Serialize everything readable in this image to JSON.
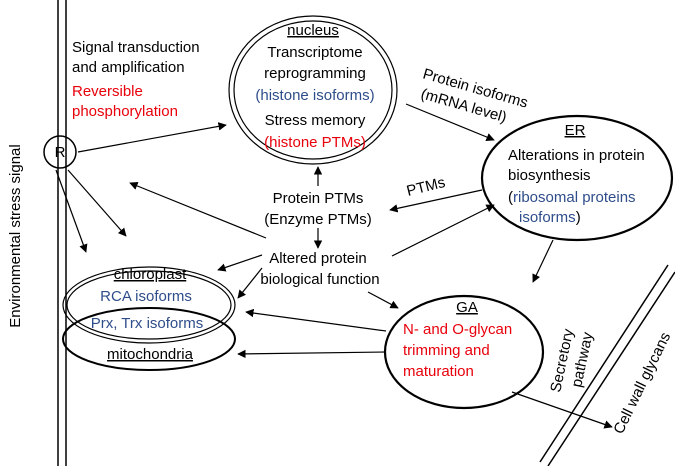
{
  "side_label": "Environmental stress signal",
  "receptor": "R",
  "signal": {
    "line1": "Signal transduction",
    "line2": "and amplification",
    "red1": "Reversible",
    "red2": "phosphorylation"
  },
  "nucleus": {
    "title": "nucleus",
    "line1": "Transcriptome",
    "line2": "reprogramming",
    "blue1": "(histone isoforms)",
    "line3": "Stress memory",
    "red1": "(histone PTMs)"
  },
  "protein_isoforms": {
    "line1": "Protein isoforms",
    "line2": "(mRNA level)"
  },
  "er": {
    "title": "ER",
    "line1": "Alterations in protein",
    "line2": "biosynthesis",
    "blue_open": "(",
    "blue1": "ribosomal proteins",
    "blue2": "isoforms",
    "close": ")"
  },
  "ptms_label": "PTMs",
  "protein_ptms": {
    "line1": "Protein PTMs",
    "line2": "(Enzyme PTMs)"
  },
  "altered": {
    "line1": "Altered protein",
    "line2": "biological function"
  },
  "chloroplast": {
    "title": "chloroplast",
    "blue1": "RCA isoforms",
    "blue2": "Prx, Trx isoforms"
  },
  "mitochondria": "mitochondria",
  "ga": {
    "title": "GA",
    "red1": "N- and O-glycan",
    "red2": "trimming and",
    "red3": "maturation"
  },
  "secretory": {
    "line1": "Secretory",
    "line2": "pathway"
  },
  "cell_wall": "Cell wall glycans",
  "colors": {
    "red": "#e8000b",
    "blue": "#2e4d8a",
    "line": "#000000"
  }
}
